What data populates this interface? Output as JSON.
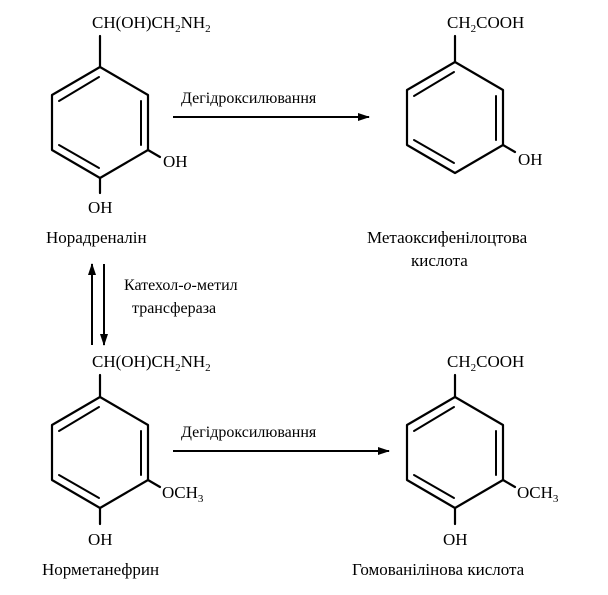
{
  "molecules": {
    "noradrenaline": {
      "side_chain": [
        "CH(OH)CH",
        "2",
        "NH",
        "2"
      ],
      "oh_right": "OH",
      "oh_bottom": "OH",
      "name": "Норадреналін"
    },
    "metaoxyphenylacetic": {
      "side_chain": [
        "CH",
        "2",
        "COOH"
      ],
      "oh_right": "OH",
      "name_line1": "Метаоксифенілоцтова",
      "name_line2": "кислота"
    },
    "normetanephrine": {
      "side_chain": [
        "CH(OH)CH",
        "2",
        "NH",
        "2"
      ],
      "och3": [
        "OCH",
        "3"
      ],
      "oh_bottom": "OH",
      "name": "Норметанефрин"
    },
    "homovanillic": {
      "side_chain": [
        "CH",
        "2",
        "COOH"
      ],
      "och3": [
        "OCH",
        "3"
      ],
      "oh_bottom": "OH",
      "name": "Гомованілінова кислота"
    }
  },
  "arrows": {
    "top_label": "Дегідроксилювання",
    "bottom_label": "Дегідроксилювання",
    "vertical_label_line1_pre": "Катехол-",
    "vertical_label_line1_ital": "о",
    "vertical_label_line1_post": "-метил",
    "vertical_label_line2": "трансфераза"
  }
}
